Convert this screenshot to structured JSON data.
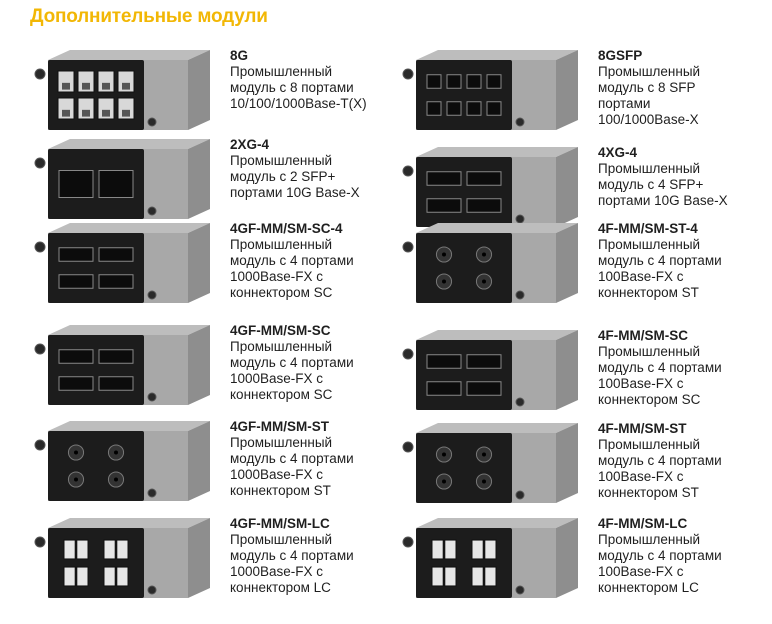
{
  "title": "Дополнительные модули",
  "modules": [
    {
      "code": "8G",
      "desc": "Промышленный\nмодуль с 8 портами\n10/100/1000Base-T(X)",
      "port_type": "rj45",
      "port_count": 8
    },
    {
      "code": "8GSFP",
      "desc": "Промышленный\nмодуль с 8 SFP\nпортами\n100/1000Base-X",
      "port_type": "sfp",
      "port_count": 8
    },
    {
      "code": "2XG-4",
      "desc": "Промышленный\nмодуль с 2 SFP+\nпортами 10G Base-X",
      "port_type": "sfp",
      "port_count": 2
    },
    {
      "code": "4XG-4",
      "desc": "Промышленный\nмодуль с 4 SFP+\nпортами 10G Base-X",
      "port_type": "sfp",
      "port_count": 4
    },
    {
      "code": "4GF-MM/SM-SC-4",
      "desc": "Промышленный\nмодуль с 4 портами\n1000Base-FX с\nконнектором SC",
      "port_type": "sc",
      "port_count": 4
    },
    {
      "code": "4F-MM/SM-ST-4",
      "desc": "Промышленный\nмодуль с 4 портами\n100Base-FX с\nконнектором ST",
      "port_type": "st",
      "port_count": 4
    },
    {
      "code": "4GF-MM/SM-SC",
      "desc": "Промышленный\nмодуль с 4 портами\n1000Base-FX с\nконнектором SC",
      "port_type": "sc",
      "port_count": 4
    },
    {
      "code": "4F-MM/SM-SC",
      "desc": "Промышленный\nмодуль с 4 портами\n100Base-FX с\nконнектором SC",
      "port_type": "sc",
      "port_count": 4
    },
    {
      "code": "4GF-MM/SM-ST",
      "desc": "Промышленный\nмодуль с 4 портами\n1000Base-FX с\nконнектором ST",
      "port_type": "st",
      "port_count": 4
    },
    {
      "code": "4F-MM/SM-ST",
      "desc": "Промышленный\nмодуль с 4 портами\n100Base-FX с\nконнектором ST",
      "port_type": "st",
      "port_count": 4
    },
    {
      "code": "4GF-MM/SM-LC",
      "desc": "Промышленный\nмодуль с 4 портами\n1000Base-FX с\nконнектором LC",
      "port_type": "lc",
      "port_count": 4
    },
    {
      "code": "4F-MM/SM-LC",
      "desc": "Промышленный\nмодуль с 4 портами\n100Base-FX с\nконнектором LC",
      "port_type": "lc",
      "port_count": 4
    }
  ],
  "colors": {
    "title": "#f2b705",
    "faceplate": "#1c1c1c",
    "chassis_top": "#bdbdbd",
    "chassis_side": "#8e8e8e",
    "port": "#0c0c0c"
  }
}
